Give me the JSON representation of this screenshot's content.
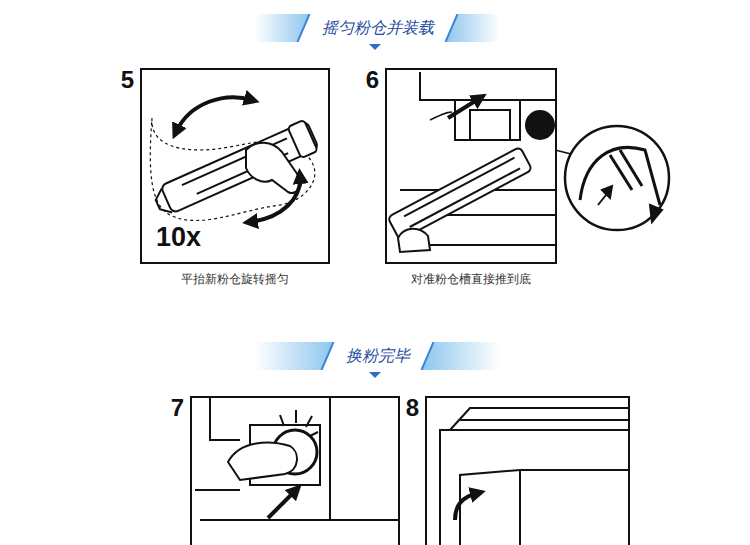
{
  "diagram": {
    "nodes": [
      {
        "text": [
          "摇匀粉仓并装载"
        ]
      },
      {
        "text": [
          "5",
          "10x",
          "平抬新粉仓旋转摇匀"
        ]
      },
      {
        "text": [
          "6",
          "对准粉仓槽直接推到底"
        ]
      },
      {
        "text": [
          "换粉完毕"
        ]
      },
      {
        "text": [
          "7"
        ]
      },
      {
        "text": [
          "8"
        ]
      }
    ]
  }
}
